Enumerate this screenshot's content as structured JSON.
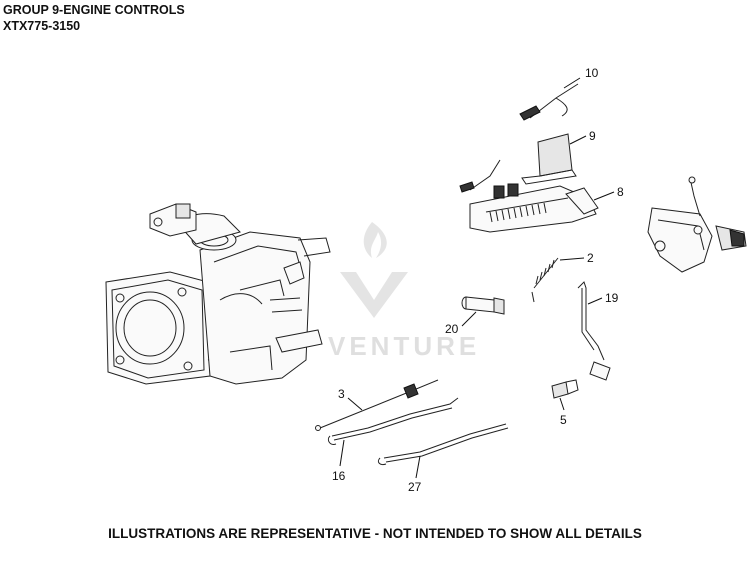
{
  "header": {
    "line1": "GROUP 9-ENGINE CONTROLS",
    "line2": "XTX775-3150"
  },
  "footer": {
    "note": "ILLUSTRATIONS ARE REPRESENTATIVE - NOT INTENDED TO SHOW ALL DETAILS"
  },
  "watermark": {
    "text": "VENTURE",
    "logo_icon": "flame-v-logo-icon"
  },
  "callouts": [
    {
      "label": "10"
    },
    {
      "label": "9"
    },
    {
      "label": "8"
    },
    {
      "label": "2"
    },
    {
      "label": "19"
    },
    {
      "label": "20"
    },
    {
      "label": "5"
    },
    {
      "label": "3"
    },
    {
      "label": "16"
    },
    {
      "label": "27"
    }
  ]
}
